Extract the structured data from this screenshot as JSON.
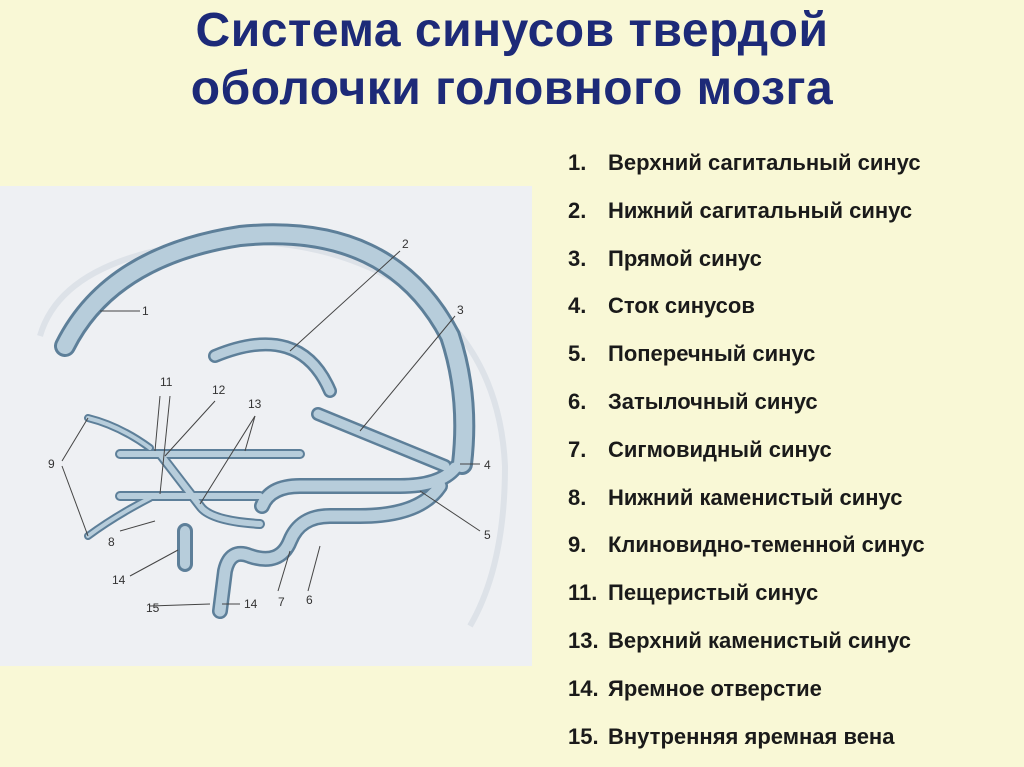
{
  "title": {
    "line1": "Система синусов твердой",
    "line2": "оболочки головного мозга"
  },
  "colors": {
    "background": "#f9f8d6",
    "title": "#1d2a78",
    "vessel": "#a9c2d3",
    "vessel_outline": "#5d7f99"
  },
  "figure": {
    "labels": [
      "1",
      "2",
      "3",
      "4",
      "5",
      "6",
      "7",
      "8",
      "9",
      "11",
      "12",
      "13",
      "14",
      "14",
      "15"
    ]
  },
  "legend": [
    {
      "num": "1.",
      "text": "Верхний сагитальный синус"
    },
    {
      "num": "2.",
      "text": "Нижний сагитальный синус"
    },
    {
      "num": "3.",
      "text": "Прямой синус"
    },
    {
      "num": "4.",
      "text": "Сток синусов"
    },
    {
      "num": "5.",
      "text": "Поперечный синус"
    },
    {
      "num": "6.",
      "text": "Затылочный синус"
    },
    {
      "num": "7.",
      "text": "Сигмовидный синус"
    },
    {
      "num": "8.",
      "text": "Нижний каменистый синус"
    },
    {
      "num": "9.",
      "text": "Клиновидно-теменной синус"
    },
    {
      "num": "11.",
      "text": "Пещеристый синус"
    },
    {
      "num": "13.",
      "text": "Верхний каменистый синус"
    },
    {
      "num": "14.",
      "text": "Яремное отверстие"
    },
    {
      "num": "15.",
      "text": "Внутренняя яремная вена"
    }
  ]
}
